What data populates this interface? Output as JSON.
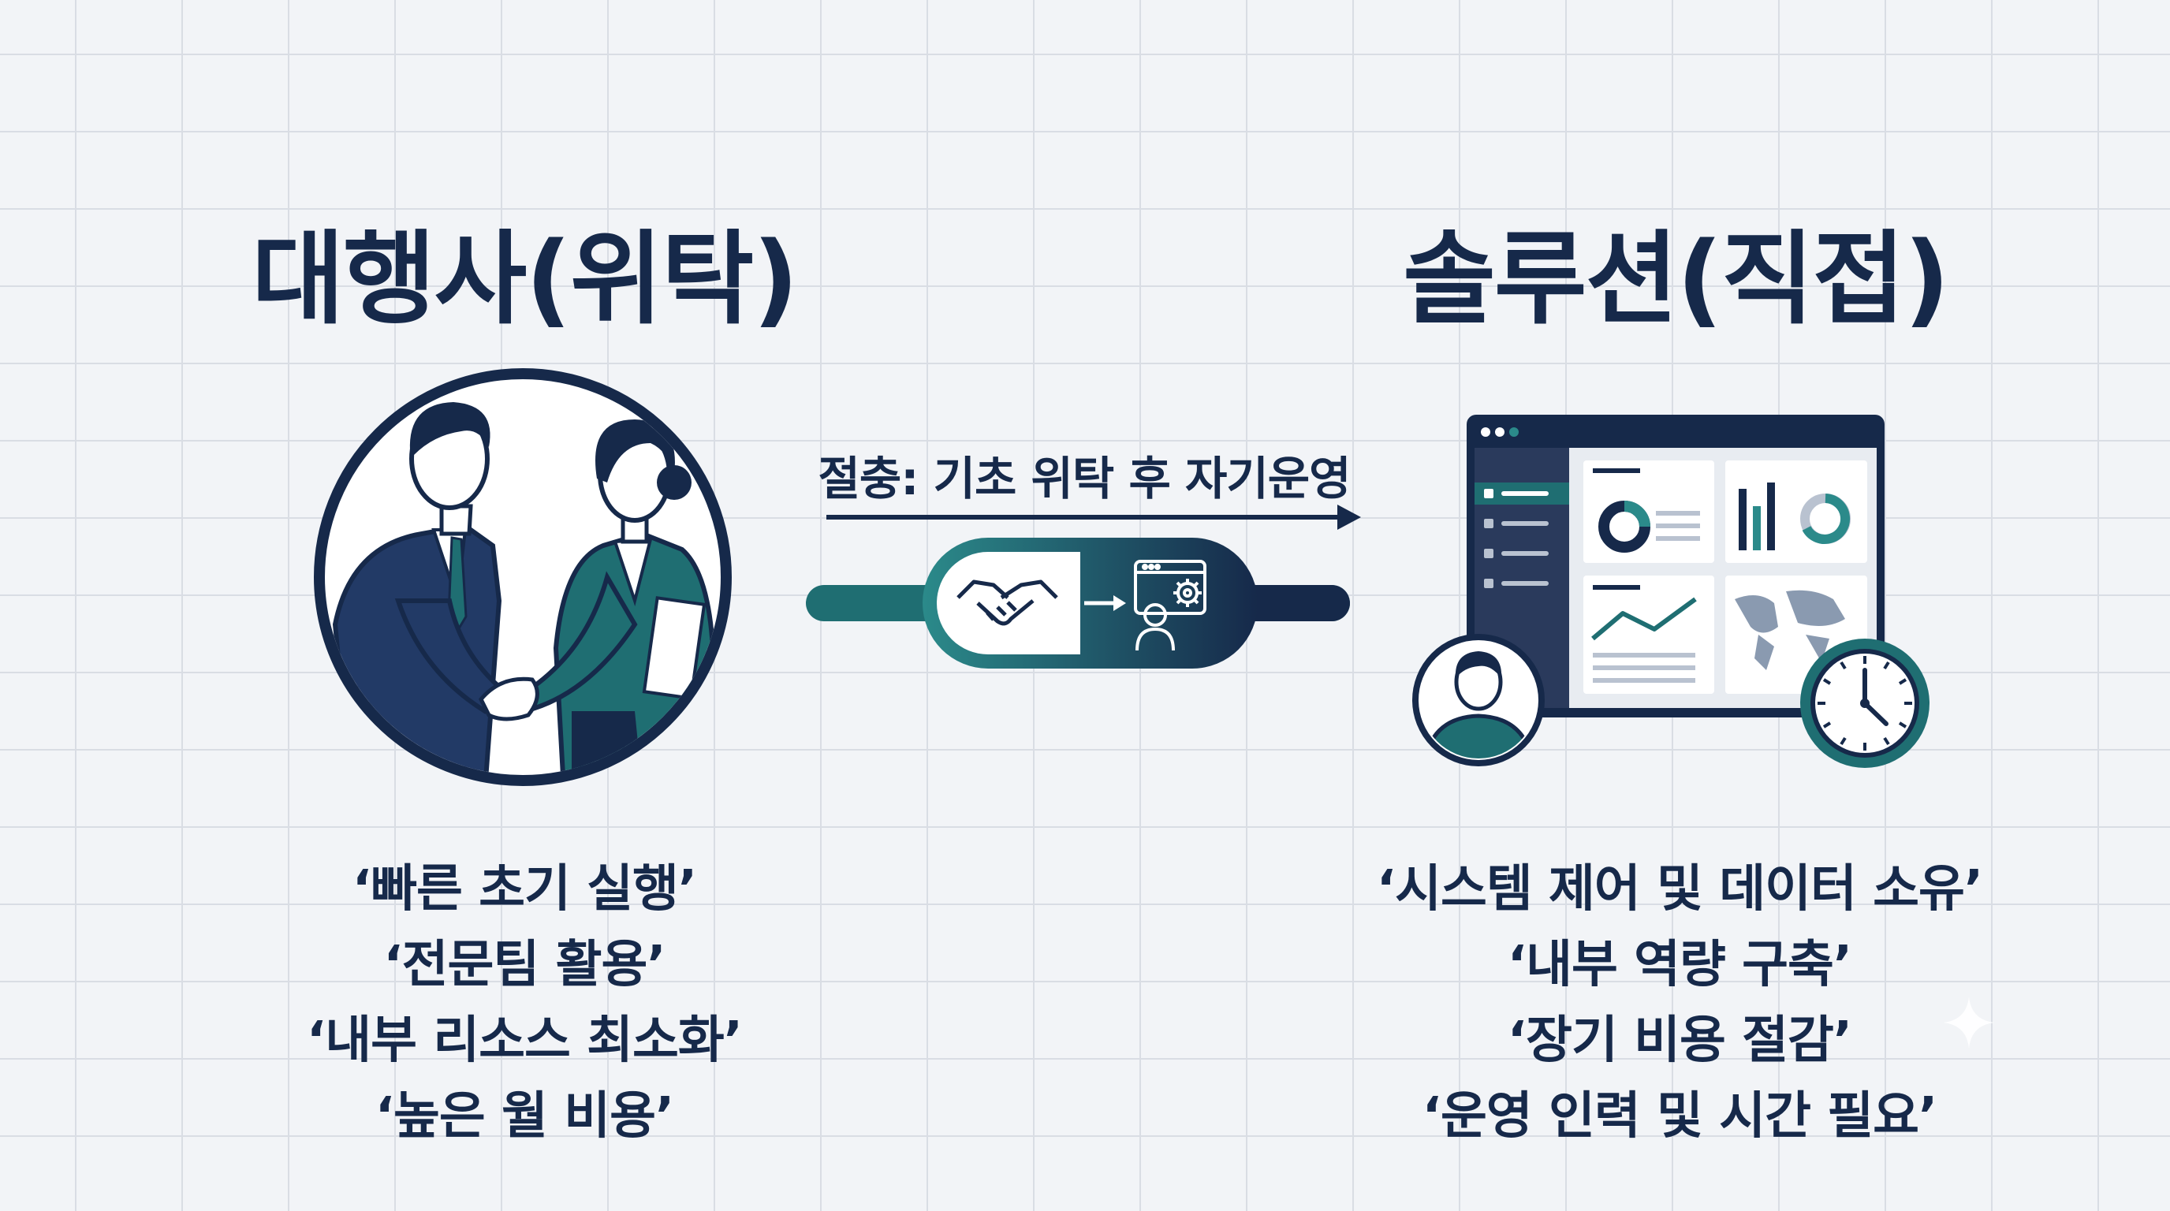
{
  "left": {
    "title": "대행사(위탁)",
    "bullets": [
      "‘빠른 초기 실행’",
      "‘전문팀 활용’",
      "‘내부 리소스 최소화’",
      "‘높은 월 비용’"
    ]
  },
  "right": {
    "title": "솔루션(직접)",
    "bullets": [
      "‘시스템 제어 및 데이터 소유’",
      "‘내부 역량 구축’",
      "‘장기 비용 절감’",
      "‘운영 인력 및 시간 필요’"
    ]
  },
  "bridge": {
    "label": "절충: 기초 위탁 후 자기운영"
  },
  "colors": {
    "navy": "#16294a",
    "teal": "#1f6e72",
    "tealLight": "#2b8a8a",
    "bg": "#f2f4f7",
    "grid": "#d9dde4"
  },
  "icons": [
    "handshake-people-icon",
    "handshake-icon",
    "arrow-right-icon",
    "admin-gear-icon",
    "dashboard-icon",
    "user-avatar-icon",
    "clock-icon",
    "sparkle-icon"
  ]
}
